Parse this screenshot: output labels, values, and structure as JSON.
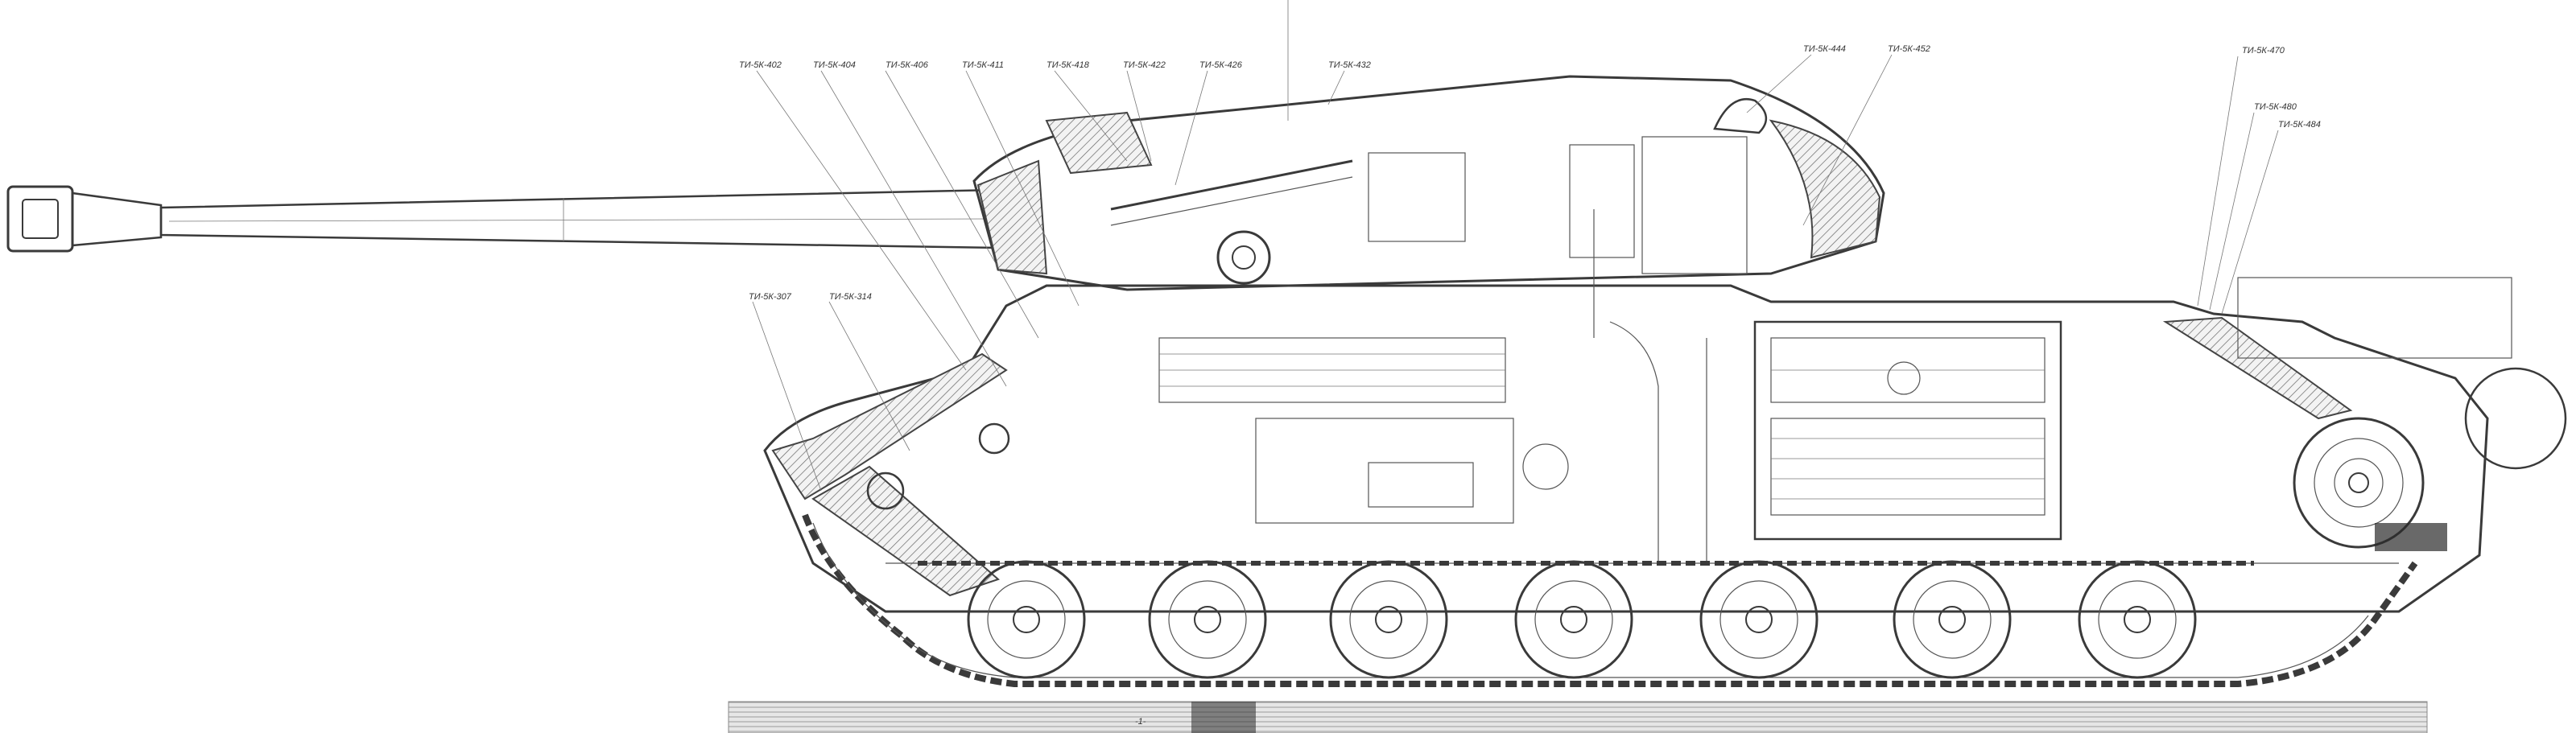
{
  "drawing": {
    "subject": "heavy tank longitudinal section",
    "callouts_left": [
      {
        "id": "c1",
        "text": "ТИ-5К-402"
      },
      {
        "id": "c2",
        "text": "ТИ-5К-404"
      },
      {
        "id": "c3",
        "text": "ТИ-5К-406"
      },
      {
        "id": "c4",
        "text": "ТИ-5К-411"
      },
      {
        "id": "c5",
        "text": "ТИ-5К-418"
      },
      {
        "id": "c6",
        "text": "ТИ-5К-422"
      },
      {
        "id": "c7",
        "text": "ТИ-5К-426"
      },
      {
        "id": "c8",
        "text": "ТИ-5К-432"
      }
    ],
    "callouts_right": [
      {
        "id": "c9",
        "text": "ТИ-5К-444"
      },
      {
        "id": "c10",
        "text": "ТИ-5К-452"
      },
      {
        "id": "c11",
        "text": "ТИ-5К-470"
      },
      {
        "id": "c12",
        "text": "ТИ-5К-480"
      },
      {
        "id": "c13",
        "text": "ТИ-5К-484"
      }
    ],
    "callouts_lower": [
      {
        "id": "c14",
        "text": "ТИ-5К-307"
      },
      {
        "id": "c15",
        "text": "ТИ-5К-314"
      }
    ],
    "ground_mark": "-1-"
  }
}
